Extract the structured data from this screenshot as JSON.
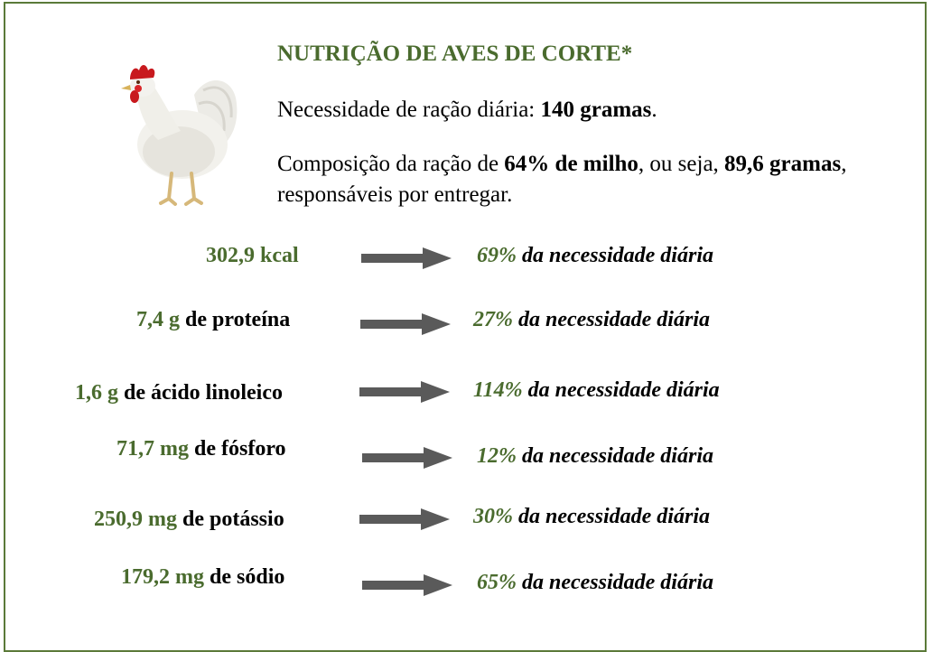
{
  "colors": {
    "accent": "#4a6b2e",
    "border": "#5b7a39",
    "arrow": "#5a5a5a"
  },
  "image": {
    "icon": "rooster-icon"
  },
  "title": "NUTRIÇÃO DE AVES DE CORTE*",
  "p1": {
    "text": "Necessidade de ração diária: ",
    "bold": "140 gramas",
    "end": "."
  },
  "p2": {
    "t1": "Composição da ração de ",
    "b1": "64% de milho",
    "t2": ", ou seja, ",
    "b2": "89,6 gramas",
    "t3": ", responsáveis por entregar."
  },
  "rows": [
    {
      "qty": "302,9 kcal",
      "desc": "",
      "pct": "69%",
      "suffix": " da necessidade diária"
    },
    {
      "qty": "7,4 g",
      "desc": " de proteína",
      "pct": "27%",
      "suffix": " da necessidade diária"
    },
    {
      "qty": "1,6 g",
      "desc": " de ácido linoleico",
      "pct": "114%",
      "suffix": " da necessidade diária"
    },
    {
      "qty": "71,7 mg",
      "desc": " de fósforo",
      "pct": "12%",
      "suffix": " da necessidade diária"
    },
    {
      "qty": "250,9 mg",
      "desc": " de potássio",
      "pct": "30%",
      "suffix": " da necessidade diária"
    },
    {
      "qty": "179,2 mg",
      "desc": " de sódio",
      "pct": "65%",
      "suffix": " da necessidade diária"
    }
  ]
}
